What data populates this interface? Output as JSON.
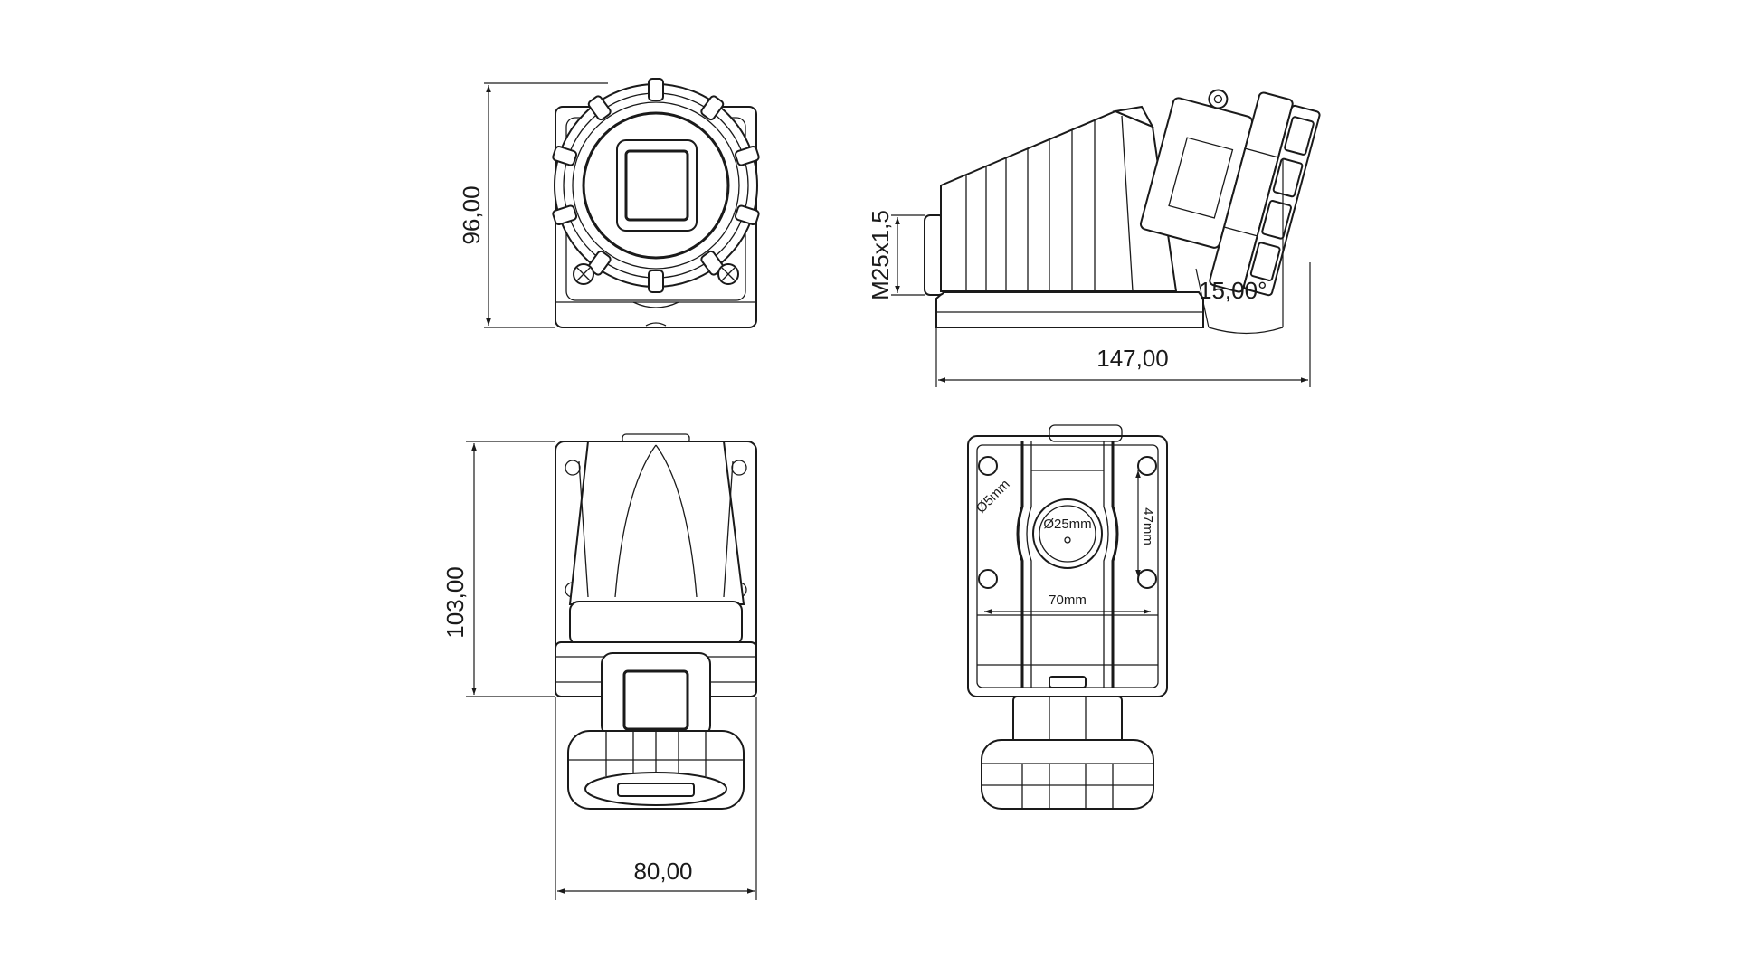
{
  "dimensions": {
    "front_height": "96,00",
    "side_length": "147,00",
    "cable_gland_thread": "M25x1,5",
    "tilt_angle": "15,00°",
    "bottom_height": "103,00",
    "bottom_width": "80,00"
  },
  "back_view": {
    "mount_hole": "Ø5mm",
    "entry_hole": "Ø25mm",
    "vertical_spacing": "47mm",
    "horizontal_spacing": "70mm"
  },
  "colors": {
    "line": "#1a1a1a",
    "background": "#ffffff"
  }
}
